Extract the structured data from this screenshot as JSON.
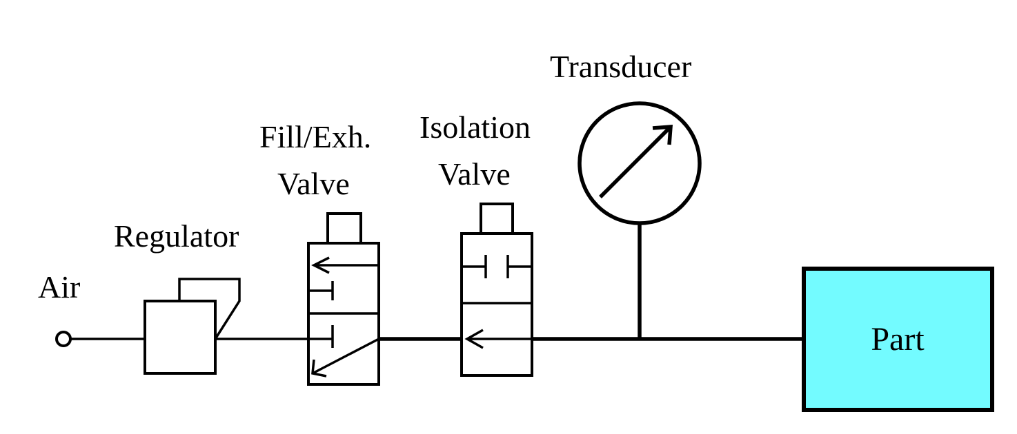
{
  "labels": {
    "air": "Air",
    "regulator": "Regulator",
    "fill_valve_line1": "Fill/Exh.",
    "fill_valve_line2": "Valve",
    "isolation_valve_line1": "Isolation",
    "isolation_valve_line2": "Valve",
    "transducer": "Transducer",
    "part": "Part"
  },
  "colors": {
    "line": "#000000",
    "part_fill": "#73fbff",
    "background": "#ffffff"
  }
}
